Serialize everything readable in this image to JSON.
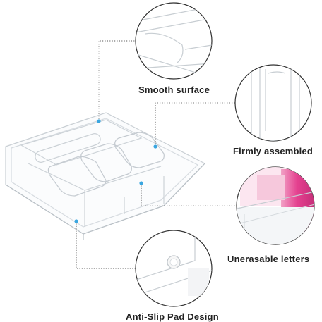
{
  "features": [
    {
      "label": "Smooth surface"
    },
    {
      "label": "Firmly assembled"
    },
    {
      "label": "Unerasable letters"
    },
    {
      "label": "Anti-Slip Pad Design"
    }
  ],
  "colors": {
    "accent_dot": "#3aa6e0",
    "leader_line": "#555555",
    "acrylic_edge": "#c9cfd4",
    "bag_pink": "#e4408f"
  }
}
